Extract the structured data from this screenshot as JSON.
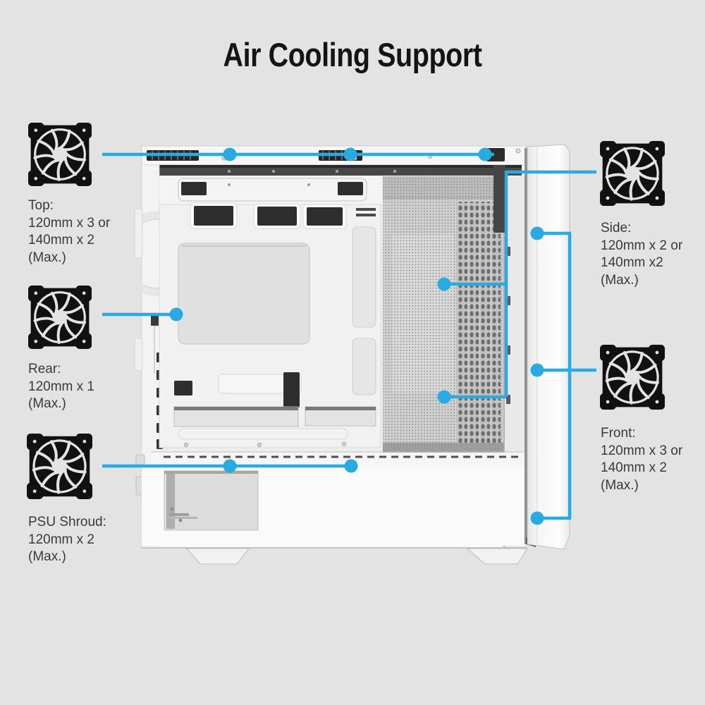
{
  "title": "Air Cooling Support",
  "colors": {
    "accent": "#29abe2",
    "background": "#e3e3e3",
    "text": "#3a3a3a",
    "fan_icon": "#111111",
    "case_body": "#f9f9f9"
  },
  "callouts": {
    "top": {
      "heading": "Top:",
      "lines": [
        "120mm x 3 or",
        "140mm x 2",
        "(Max.)"
      ]
    },
    "rear": {
      "heading": "Rear:",
      "lines": [
        "120mm x 1",
        "(Max.)"
      ]
    },
    "psu_shroud": {
      "heading": "PSU Shroud:",
      "lines": [
        "120mm x 2",
        "(Max.)"
      ]
    },
    "side": {
      "heading": "Side:",
      "lines": [
        "120mm x 2 or",
        "140mm x2",
        "(Max.)"
      ]
    },
    "front": {
      "heading": "Front:",
      "lines": [
        "120mm x 3 or",
        "140mm x 2",
        "(Max.)"
      ]
    }
  },
  "icons": {
    "fan": "fan-icon"
  }
}
